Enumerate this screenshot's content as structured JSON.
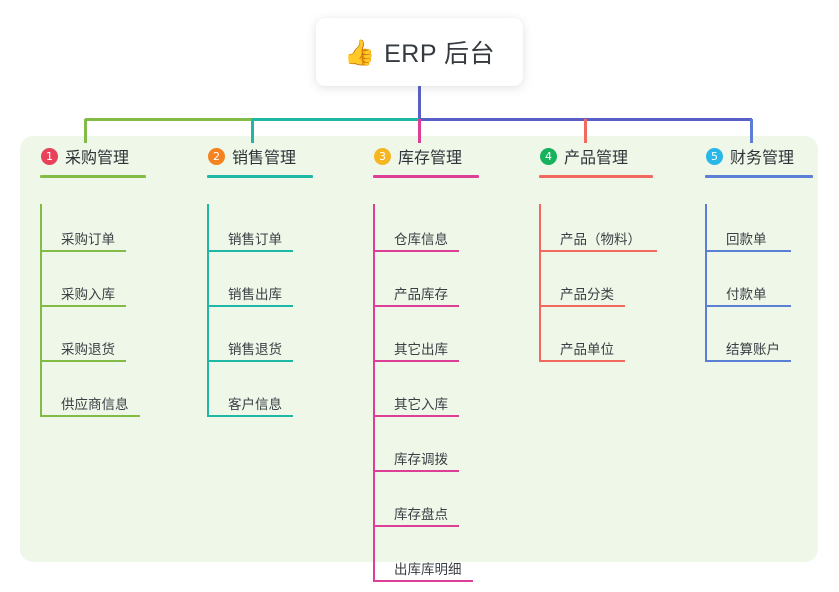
{
  "diagram": {
    "type": "mindmap",
    "title": "ERP 后台",
    "background_color": "#ffffff",
    "panel_color": "#eef7e8"
  },
  "root": {
    "icon": "thumbs-up-emoji",
    "emoji": "👍",
    "label": "ERP 后台",
    "card_color": "#ffffff",
    "text_color": "#353a40"
  },
  "connector_colors": {
    "root_stem": "#5a5fc7",
    "bus_left": "#82bb45",
    "bus_mid": "#1fb8a6",
    "bus_right": "#5a5fc7"
  },
  "branches": [
    {
      "number": "1",
      "label": "采购管理",
      "badge_color": "#e8415a",
      "line_color": "#82bb45",
      "items": [
        {
          "label": "采购订单"
        },
        {
          "label": "采购入库"
        },
        {
          "label": "采购退货"
        },
        {
          "label": "供应商信息"
        }
      ]
    },
    {
      "number": "2",
      "label": "销售管理",
      "badge_color": "#f58220",
      "line_color": "#1fb8a6",
      "items": [
        {
          "label": "销售订单"
        },
        {
          "label": "销售出库"
        },
        {
          "label": "销售退货"
        },
        {
          "label": "客户信息"
        }
      ]
    },
    {
      "number": "3",
      "label": "库存管理",
      "badge_color": "#f5b721",
      "line_color": "#dd3f96",
      "items": [
        {
          "label": "仓库信息"
        },
        {
          "label": "产品库存"
        },
        {
          "label": "其它出库"
        },
        {
          "label": "其它入库"
        },
        {
          "label": "库存调拨"
        },
        {
          "label": "库存盘点"
        },
        {
          "label": "出库库明细"
        }
      ]
    },
    {
      "number": "4",
      "label": "产品管理",
      "badge_color": "#19b25c",
      "line_color": "#f2695f",
      "items": [
        {
          "label": "产品（物料）"
        },
        {
          "label": "产品分类"
        },
        {
          "label": "产品单位"
        }
      ]
    },
    {
      "number": "5",
      "label": "财务管理",
      "badge_color": "#29b6e8",
      "line_color": "#5b7fd4",
      "items": [
        {
          "label": "回款单"
        },
        {
          "label": "付款单"
        },
        {
          "label": "结算账户"
        }
      ]
    }
  ]
}
